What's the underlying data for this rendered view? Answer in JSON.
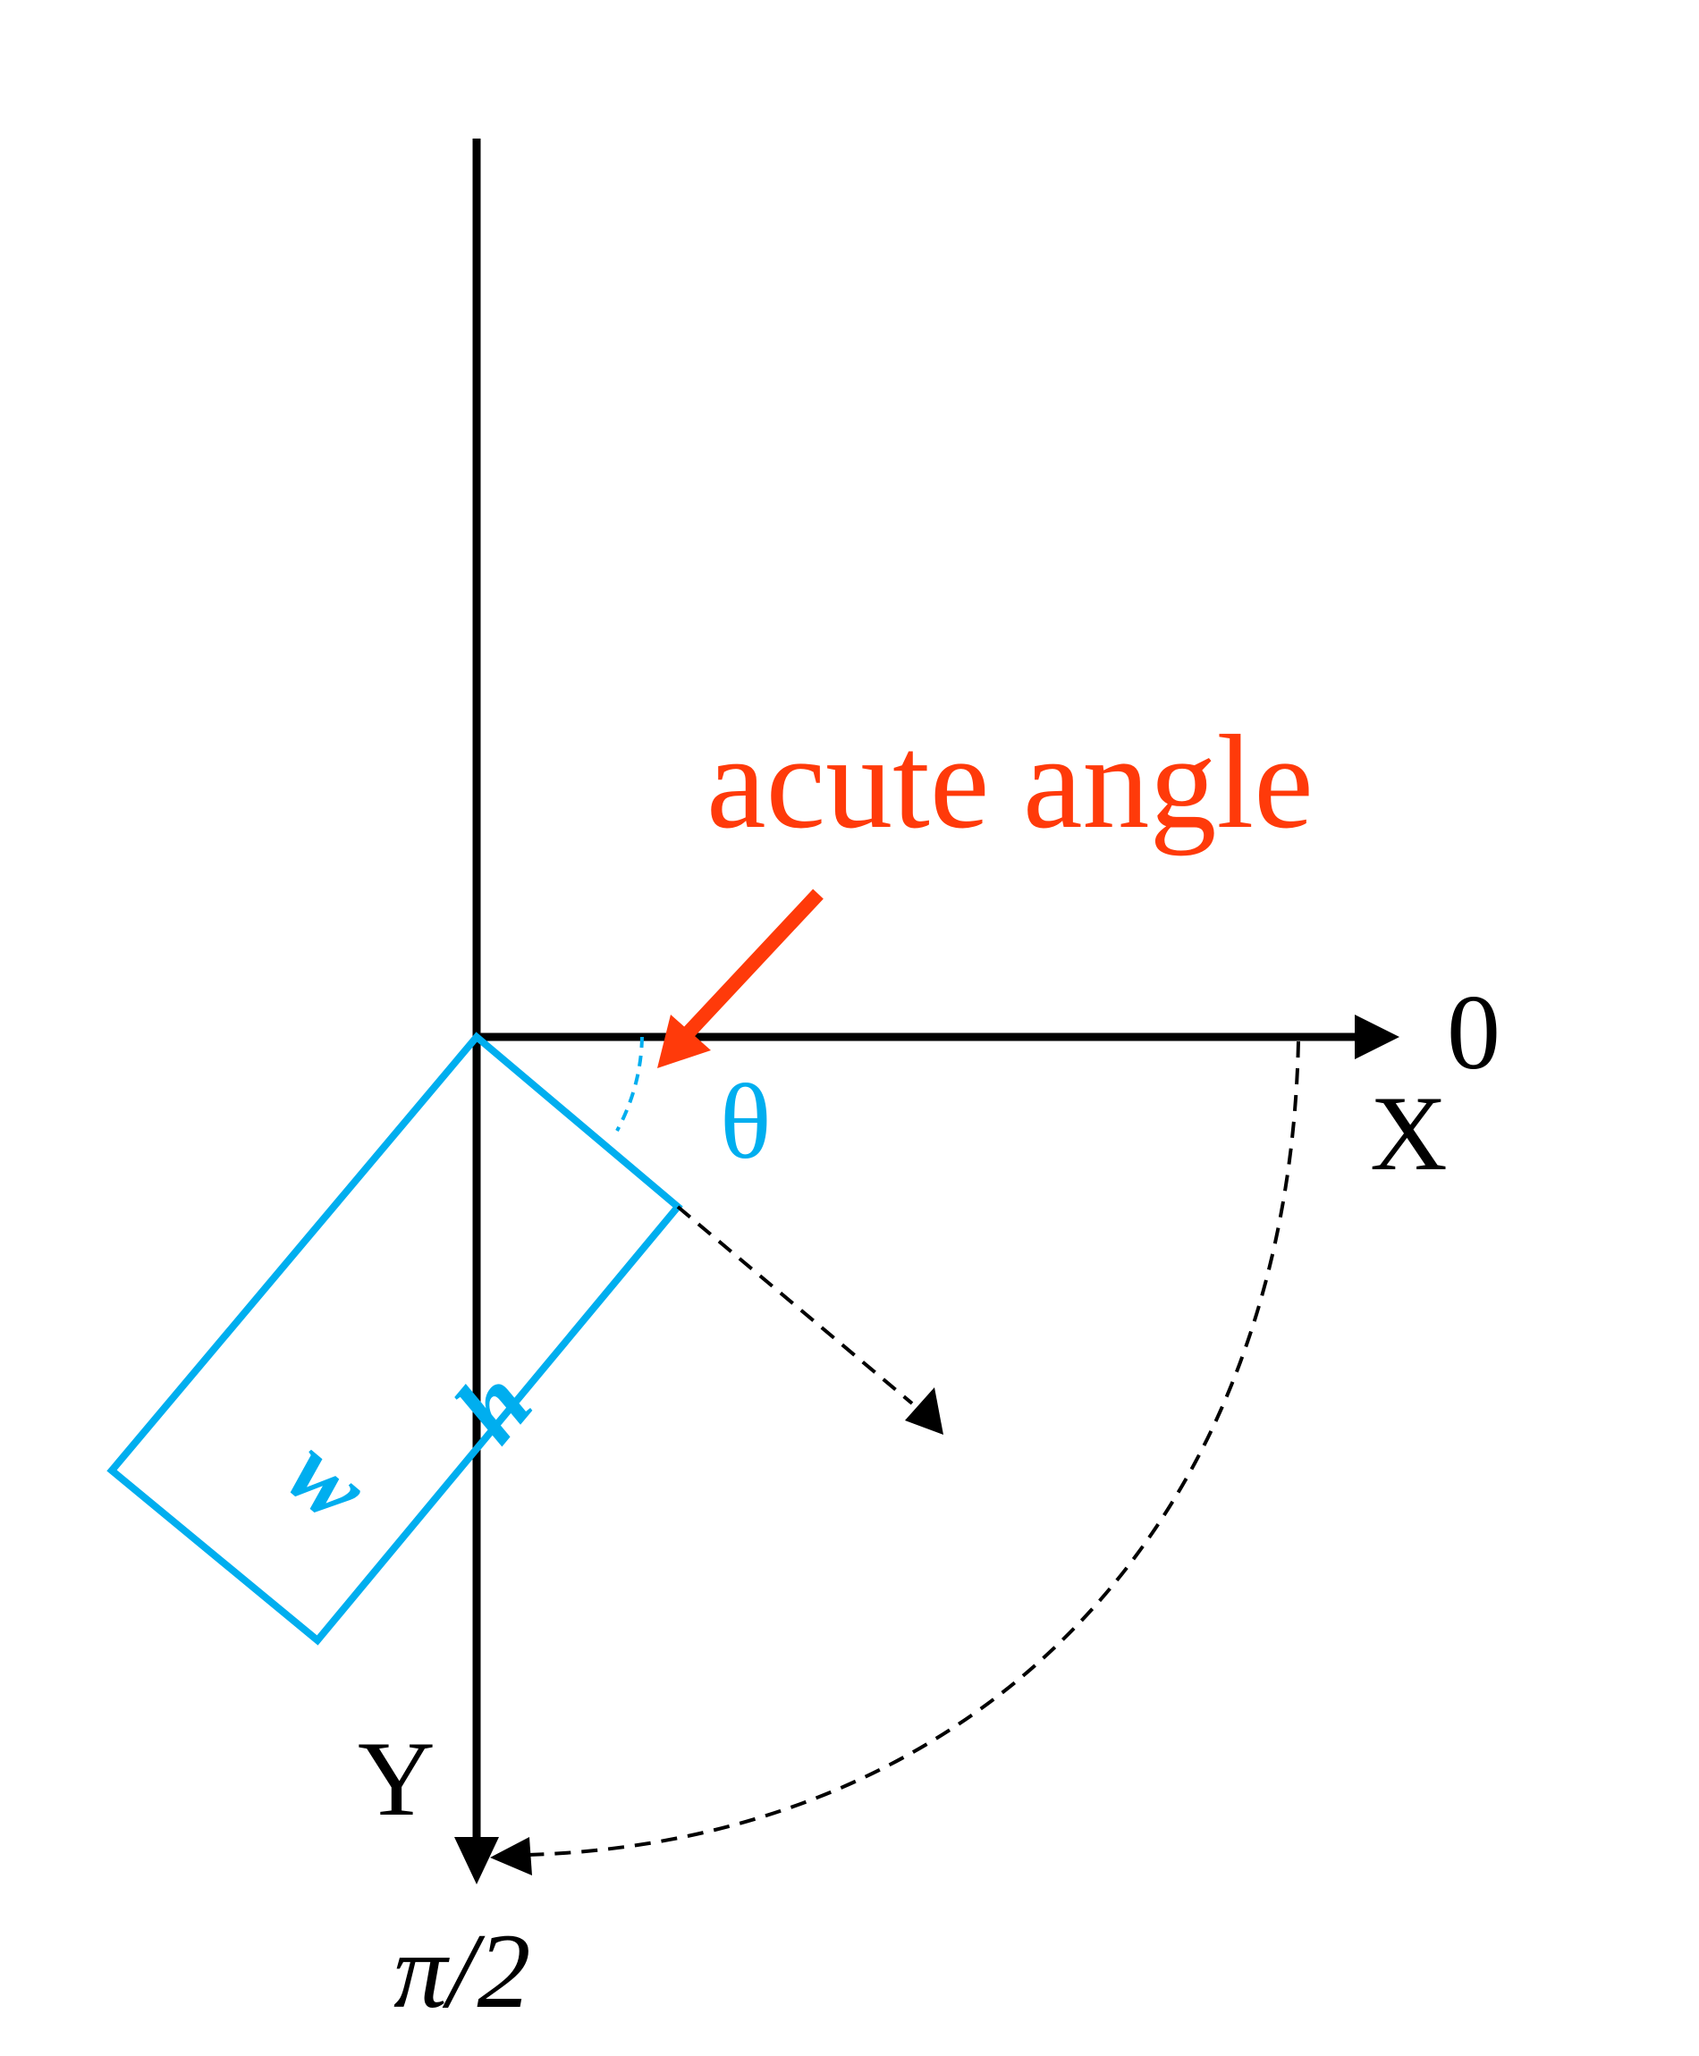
{
  "diagram": {
    "annotation": "acute angle",
    "angle_symbol": "θ",
    "x_axis_label": "X",
    "x_axis_value": "0",
    "y_axis_label": "Y",
    "y_axis_value": "π/2",
    "box_width_label": "w",
    "box_height_label": "h"
  },
  "colors": {
    "axis": "#000000",
    "box": "#00aeef",
    "annotation": "#ff3a0a",
    "arc": "#000000"
  },
  "icons": {
    "annotation_pointer": "arrow-icon",
    "rotation_direction": "dashed-arrow-icon"
  }
}
